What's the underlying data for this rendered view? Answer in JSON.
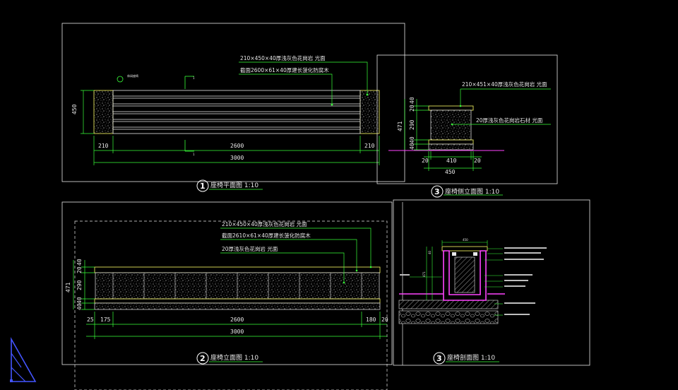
{
  "plan": {
    "title": "座椅平面图 1:10",
    "number": "1",
    "symbol_label": "休闲座椅",
    "marker_left": "1",
    "marker_right": "1",
    "note1": "210×450×40厚浅灰色花岗岩 光面",
    "note2": "截面2600×61×40厚建长菠化防腐木",
    "dim_depth": "450",
    "dim_left": "210",
    "dim_mid": "2600",
    "dim_right": "210",
    "dim_total": "3000"
  },
  "side": {
    "title": "座椅侧立面图 1:10",
    "number": "3",
    "note1": "210×451×40厚浅灰色花岗岩 光面",
    "note2": "20厚浅灰色花岗岩石材 光面",
    "dim_top": "40",
    "dim_a": "20",
    "dim_b": "290",
    "dim_c": "40",
    "dim_d": "40",
    "dim_total": "471",
    "dim_bl": "20",
    "dim_bm": "410",
    "dim_br": "20",
    "dim_bt": "450"
  },
  "elev": {
    "title": "座椅立面图 1:10",
    "number": "2",
    "note1": "210×450×40厚浅灰色花岗岩 光面",
    "note2": "截面2610×61×40厚建长菠化防腐木",
    "note3": "20厚浅灰色花岗岩 光面",
    "dim_top": "40",
    "dim_a": "20",
    "dim_b": "290",
    "dim_c": "40",
    "dim_d": "40",
    "dim_total": "471",
    "dim_l1": "25",
    "dim_l2": "175",
    "dim_mid": "2600",
    "dim_r1": "180",
    "dim_r2": "20",
    "dim_sum": "3000"
  },
  "section": {
    "title": "座椅剖面图 1:10",
    "number": "3",
    "dim_top": "450",
    "dim_side1": "40",
    "dim_side2": "471"
  }
}
